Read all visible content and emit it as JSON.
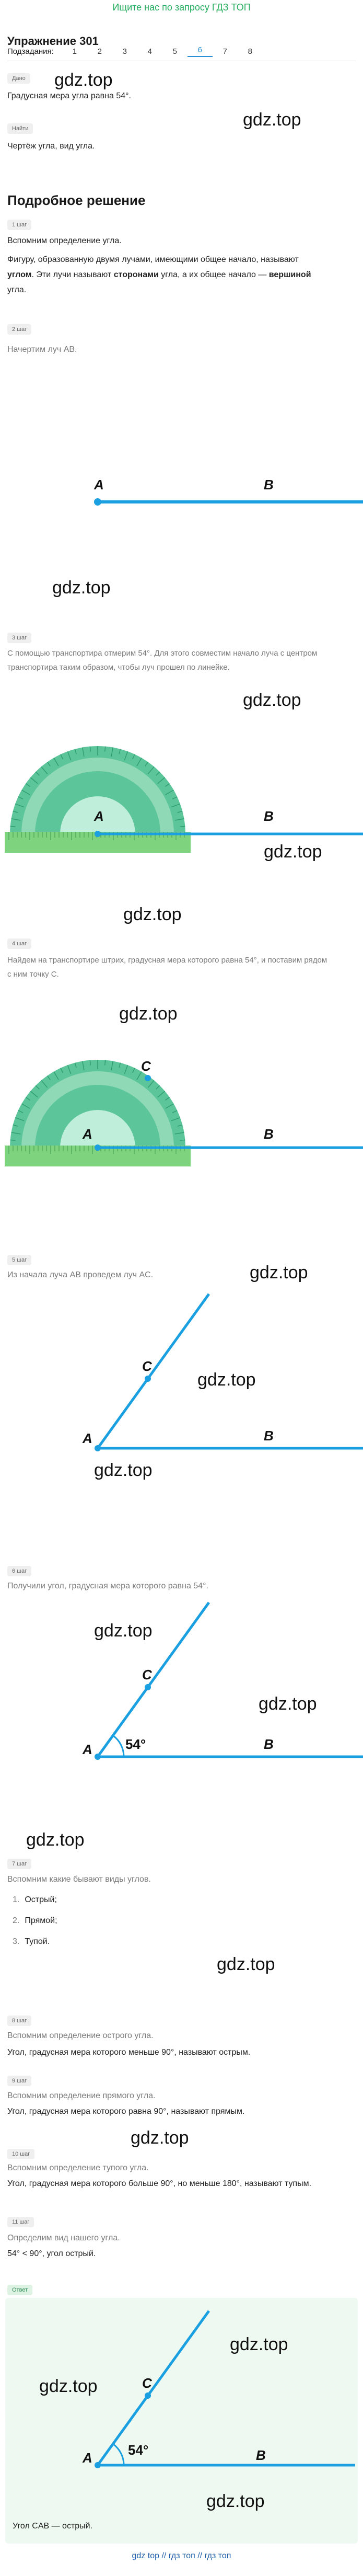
{
  "header": {
    "promo": "Ищите нас по запросу ГДЗ ТОП",
    "title": "Упражнение 301",
    "subtasks_label": "Подзадания:",
    "subtasks": [
      "1",
      "2",
      "3",
      "4",
      "5",
      "6",
      "7",
      "8"
    ],
    "active_subtask": "6"
  },
  "watermark": "gdz.top",
  "given": {
    "chip": "Дано",
    "text": "Градусная мера угла равна 54°."
  },
  "find": {
    "chip": "Найти",
    "text": "Чертёж угла, вид угла."
  },
  "solution_title": "Подробное решение",
  "steps": [
    {
      "chip": "1 шаг",
      "text1": "Вспомним определение угла.",
      "text2": "Фигуру, образованную двумя лучами, имеющими общее начало, называют",
      "text3a": "углом",
      "text3b": ". Эти лучи называют ",
      "text3c": "сторонами",
      "text3d": " угла, а их общее начало — ",
      "text3e": "вершиной",
      "text4": "угла."
    },
    {
      "chip": "2 шаг",
      "text": "Начертим луч AB."
    },
    {
      "chip": "3 шаг",
      "text1": "С помощью транспортира отмерим 54°. Для этого совместим начало луча с центром",
      "text2": "транспортира таким образом, чтобы луч прошел по линейке."
    },
    {
      "chip": "4 шаг",
      "text1": "Найдем на транспортире штрих, градусная мера которого равна 54°, и поставим рядом",
      "text2": "с ним точку C."
    },
    {
      "chip": "5 шаг",
      "text": "Из начала луча AB проведем луч AC."
    },
    {
      "chip": "6 шаг",
      "text": "Получили угол, градусная мера которого равна 54°."
    },
    {
      "chip": "7 шаг",
      "text": "Вспомним какие бывают виды углов.",
      "items": [
        "Острый;",
        "Прямой;",
        "Тупой."
      ]
    },
    {
      "chip": "8 шаг",
      "text1": "Вспомним определение острого угла.",
      "text2": "Угол, градусная мера которого меньше 90°, называют острым."
    },
    {
      "chip": "9 шаг",
      "text1": "Вспомним определение прямого угла.",
      "text2": "Угол, градусная мера которого равна 90°, называют прямым."
    },
    {
      "chip": "10 шаг",
      "text1": "Вспомним определение тупого угла.",
      "text2": "Угол, градусная мера которого больше 90°, но меньше 180°, называют тупым."
    },
    {
      "chip": "11 шаг",
      "text1": "Определим вид нашего угла.",
      "text2": "54° < 90°, угол острый."
    }
  ],
  "answer": {
    "chip": "Ответ",
    "text": "Угол CAB — острый."
  },
  "points": {
    "A": "A",
    "B": "B",
    "C": "C"
  },
  "angle_label": "54°",
  "footer": "gdz top // гдз топ // гдз топ",
  "colors": {
    "line": "#1aa0e0",
    "protractor": "#5cc59a",
    "ruler": "#7ed37f",
    "promo": "#27ae60",
    "answer_bg": "#eefaf1",
    "active_tab": "#2a8fd6"
  }
}
